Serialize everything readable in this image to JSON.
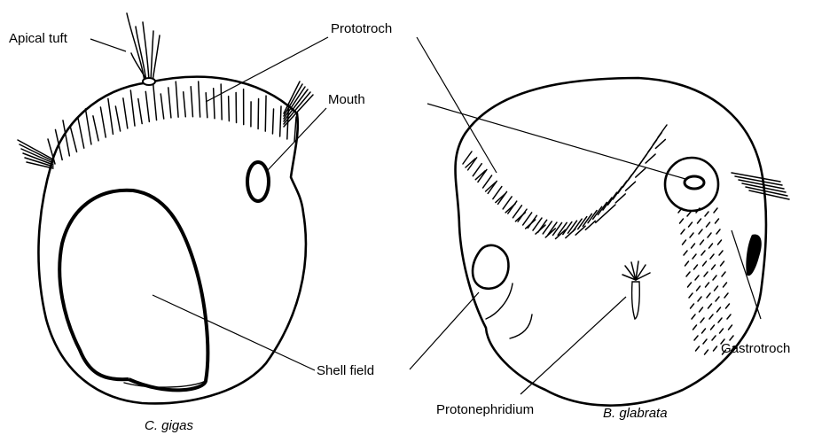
{
  "labels": {
    "apical_tuft": "Apical tuft",
    "prototroch": "Prototroch",
    "mouth": "Mouth",
    "shell_field": "Shell field",
    "protonephridium": "Protonephridium",
    "gastrotroch": "Gastrotroch"
  },
  "captions": {
    "left": "C. gigas",
    "right": "B. glabrata"
  }
}
